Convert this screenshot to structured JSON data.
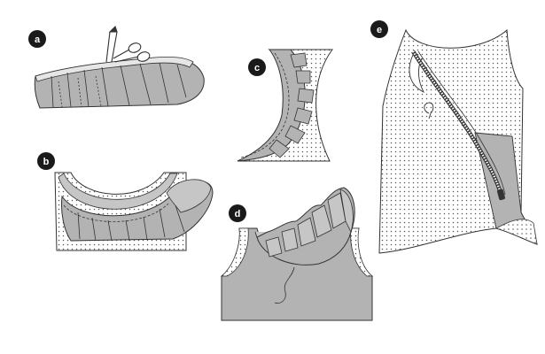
{
  "steps": [
    {
      "label": "a"
    },
    {
      "label": "b"
    },
    {
      "label": "c"
    },
    {
      "label": "d"
    },
    {
      "label": "e"
    }
  ],
  "colors": {
    "fabric": "#b3b3b3",
    "fabric_light": "#c6c6c6",
    "outline": "#333333",
    "badge": "#1a1a1a",
    "background": "#ffffff"
  }
}
